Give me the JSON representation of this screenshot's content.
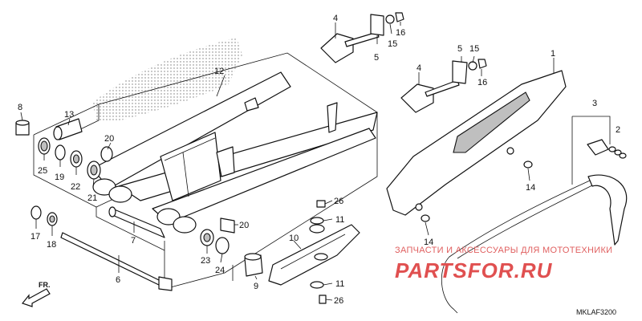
{
  "callouts": {
    "c1": "1",
    "c2": "2",
    "c3": "3",
    "c4a": "4",
    "c4b": "4",
    "c5a": "5",
    "c5b": "5",
    "c6": "6",
    "c7": "7",
    "c8": "8",
    "c9": "9",
    "c10": "10",
    "c11a": "11",
    "c11b": "11",
    "c12": "12",
    "c13": "13",
    "c14a": "14",
    "c14b": "14",
    "c15a": "15",
    "c15b": "15",
    "c16a": "16",
    "c16b": "16",
    "c17": "17",
    "c18": "18",
    "c19": "19",
    "c20a": "20",
    "c20b": "20",
    "c21": "21",
    "c22": "22",
    "c23": "23",
    "c24": "24",
    "c25": "25",
    "c26a": "26",
    "c26b": "26"
  },
  "direction_label": "FR.",
  "diagram_code": "MKLAF3200",
  "watermark": {
    "tagline": "ЗАПЧАСТИ И АКСЕССУАРЫ ДЛЯ МОТОТЕХНИКИ",
    "brand": "PARTSFOR.RU"
  }
}
